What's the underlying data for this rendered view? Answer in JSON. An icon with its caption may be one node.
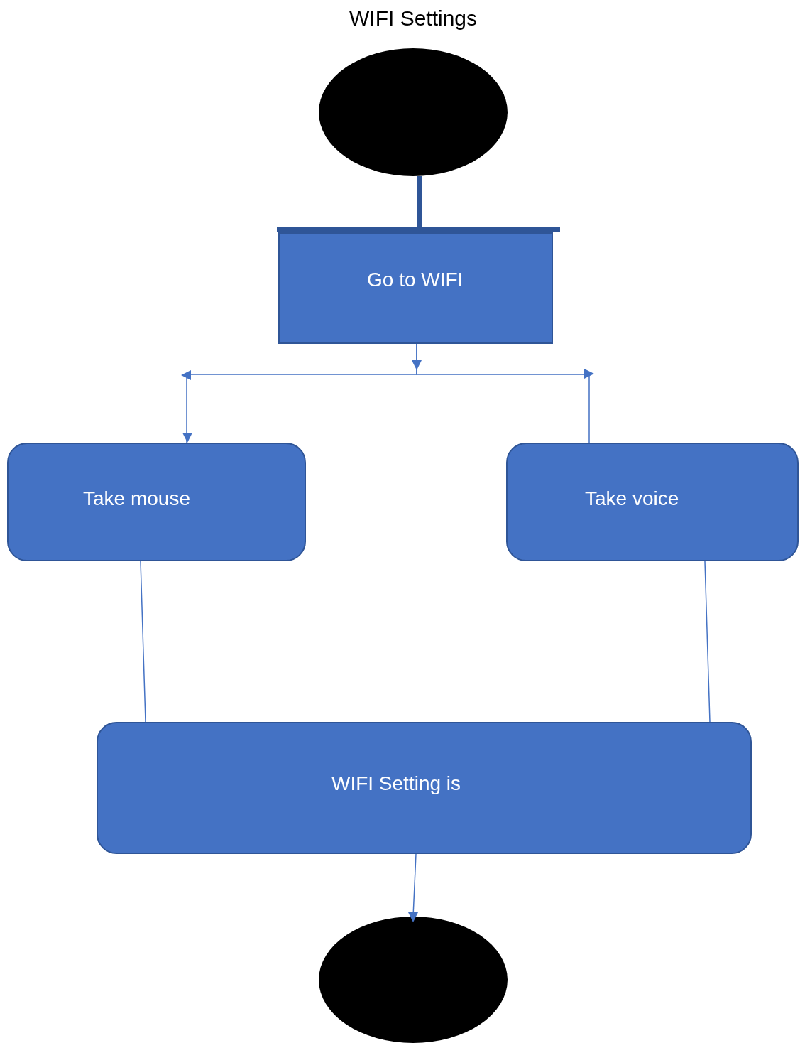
{
  "diagram": {
    "title": "WIFI Settings",
    "nodes": [
      {
        "text": [],
        "shape": "circle"
      },
      {
        "text": [
          "Go to WIFI"
        ]
      },
      {
        "text": [
          "Take mouse"
        ]
      },
      {
        "text": [
          "Take voice"
        ]
      },
      {
        "text": [
          "WIFI Setting is"
        ]
      },
      {
        "text": [],
        "shape": "circle"
      }
    ],
    "edges": [
      {
        "from": 0,
        "to": 1,
        "arrow": "none",
        "style": "thick",
        "color": "#2f5597"
      },
      {
        "from": 1,
        "to": 2,
        "arrow": "to"
      },
      {
        "from": 1,
        "to": 3,
        "arrow": "to"
      },
      {
        "from": 2,
        "to": 4,
        "arrow": "none"
      },
      {
        "from": 3,
        "to": 4,
        "arrow": "none"
      },
      {
        "from": 4,
        "to": 5,
        "arrow": "to"
      }
    ]
  }
}
